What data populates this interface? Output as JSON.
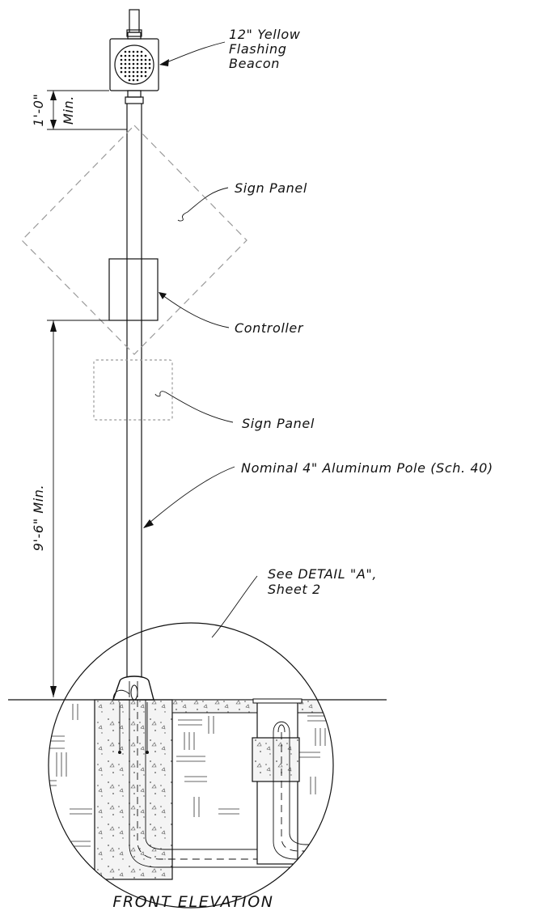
{
  "colors": {
    "ink": "#111111",
    "sign_outline": "#9a9a9a",
    "concrete_fill": "#f2f2f2"
  },
  "labels": {
    "beacon": [
      "12\" Yellow",
      "Flashing",
      "Beacon"
    ],
    "sign_panel_upper": "Sign Panel",
    "controller": "Controller",
    "sign_panel_lower": "Sign Panel",
    "pole": "Nominal 4\" Aluminum Pole  (Sch. 40)",
    "detail_ref": [
      "See DETAIL \"A\",",
      "Sheet 2"
    ],
    "dim_beacon_clearance": [
      "1'-0\"",
      "Min."
    ],
    "dim_sign_height": "9'-6\" Min.",
    "title": "FRONT ELEVATION"
  }
}
